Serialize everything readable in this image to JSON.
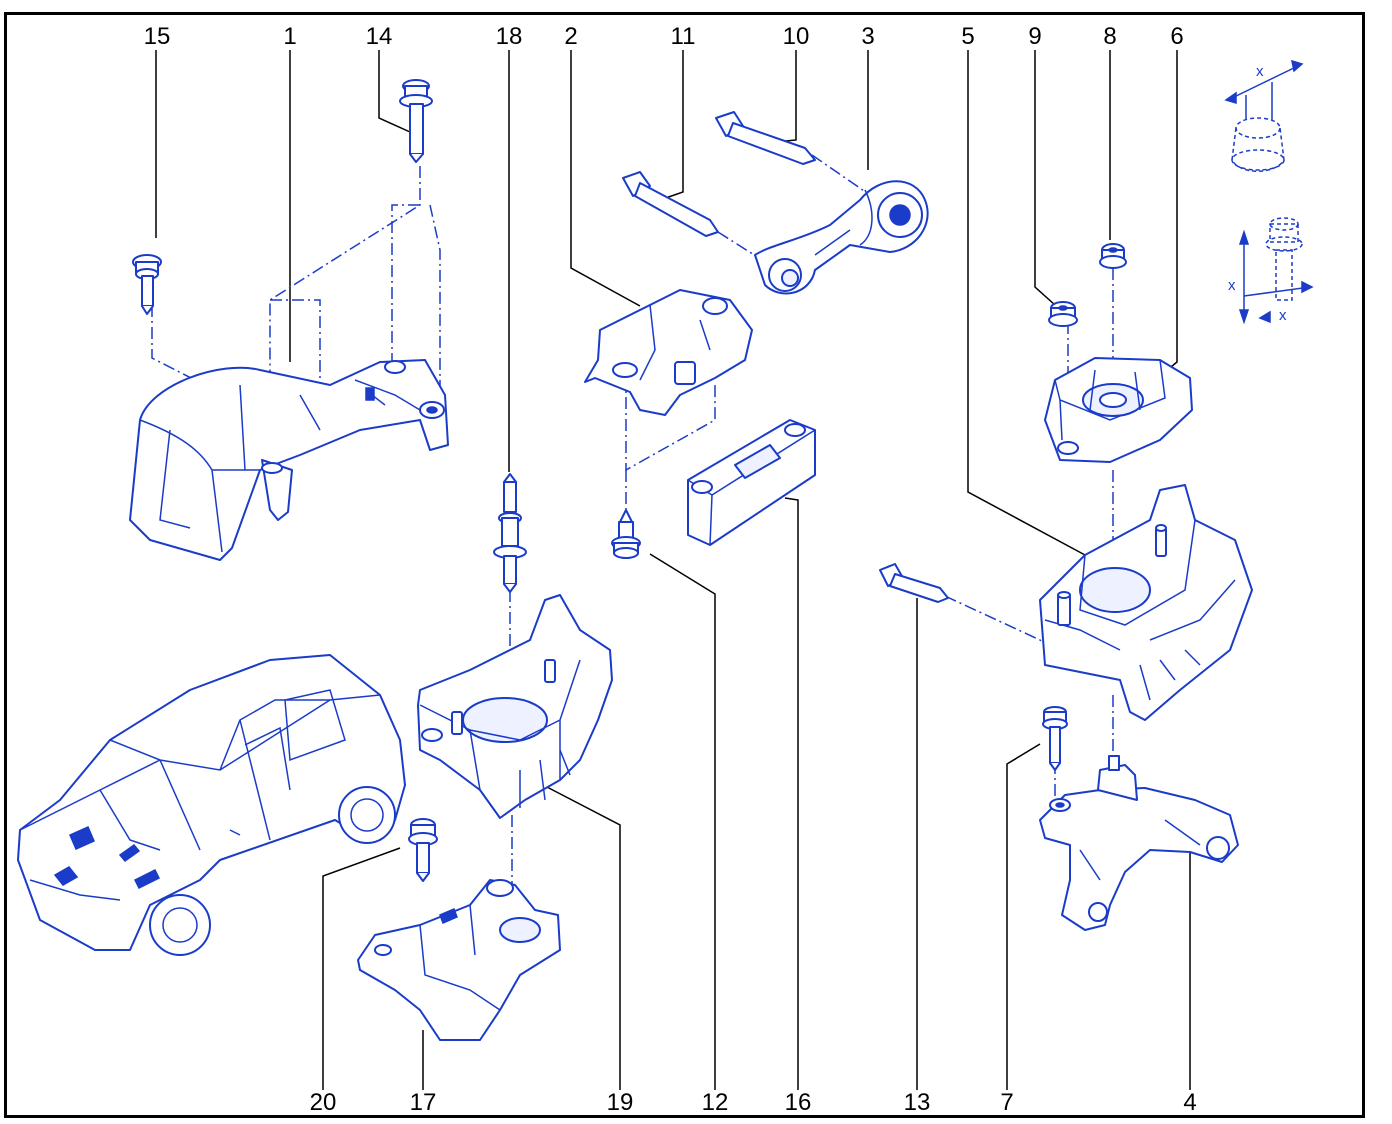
{
  "callouts": {
    "n15": "15",
    "n1": "1",
    "n14": "14",
    "n18": "18",
    "n2": "2",
    "n11": "11",
    "n10": "10",
    "n3": "3",
    "n5": "5",
    "n9": "9",
    "n8": "8",
    "n6": "6",
    "n20": "20",
    "n17": "17",
    "n19": "19",
    "n12": "12",
    "n16": "16",
    "n13": "13",
    "n7": "7",
    "n4": "4"
  },
  "legend": {
    "x_mark": "x"
  },
  "colors": {
    "line": "#1a3cc8",
    "frame": "#000000",
    "background": "#ffffff"
  }
}
